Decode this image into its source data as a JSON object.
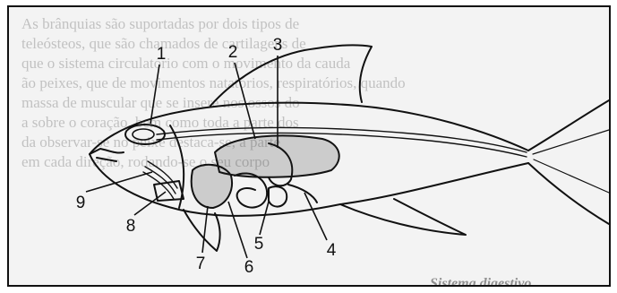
{
  "background_text": [
    "As brânquias são suportadas por dois tipos de ",
    "teleósteos, que são chamados de cartilagens de",
    "que o sistema circulatório com o movimento da cauda",
    "ão peixes, que de movimentos natatórios, respiratórios, quando",
    "massa de muscular que se insere nos ossos do",
    "a sobre o coração, bem como toda a parte dos",
    "da observar-se no peixe destaca-se, a parte",
    "em cada direção, rodando-se o seu corpo"
  ],
  "background_heading": "Sistema digestivo",
  "labels": [
    "1",
    "2",
    "3",
    "4",
    "5",
    "6",
    "7",
    "8",
    "9"
  ],
  "colors": {
    "ink": "#111111",
    "paper": "#f3f3f3",
    "ghost": "#9a9a9a"
  }
}
